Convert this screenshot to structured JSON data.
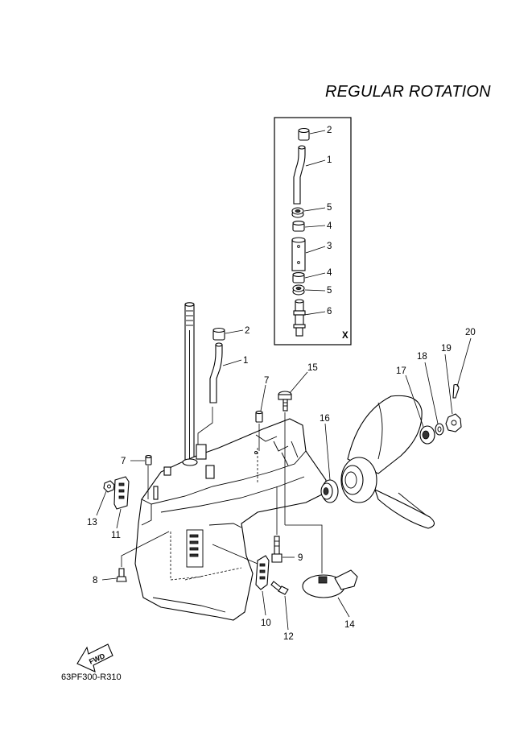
{
  "diagram": {
    "title": "REGULAR ROTATION",
    "code": "63PF300-R310",
    "inset_label": "X",
    "fwd_label": "FWD",
    "callouts": [
      {
        "id": "c2-inset",
        "label": "2"
      },
      {
        "id": "c1-inset",
        "label": "1"
      },
      {
        "id": "c5a-inset",
        "label": "5"
      },
      {
        "id": "c4a-inset",
        "label": "4"
      },
      {
        "id": "c3-inset",
        "label": "3"
      },
      {
        "id": "c4b-inset",
        "label": "4"
      },
      {
        "id": "c5b-inset",
        "label": "5"
      },
      {
        "id": "c6-inset",
        "label": "6"
      },
      {
        "id": "c2",
        "label": "2"
      },
      {
        "id": "c1",
        "label": "1"
      },
      {
        "id": "c7a",
        "label": "7"
      },
      {
        "id": "c15",
        "label": "15"
      },
      {
        "id": "c16",
        "label": "16"
      },
      {
        "id": "c17",
        "label": "17"
      },
      {
        "id": "c18",
        "label": "18"
      },
      {
        "id": "c19",
        "label": "19"
      },
      {
        "id": "c20",
        "label": "20"
      },
      {
        "id": "c7b",
        "label": "7"
      },
      {
        "id": "c13",
        "label": "13"
      },
      {
        "id": "c11",
        "label": "11"
      },
      {
        "id": "c9",
        "label": "9"
      },
      {
        "id": "c8",
        "label": "8"
      },
      {
        "id": "c10",
        "label": "10"
      },
      {
        "id": "c12",
        "label": "12"
      },
      {
        "id": "c14",
        "label": "14"
      }
    ]
  }
}
